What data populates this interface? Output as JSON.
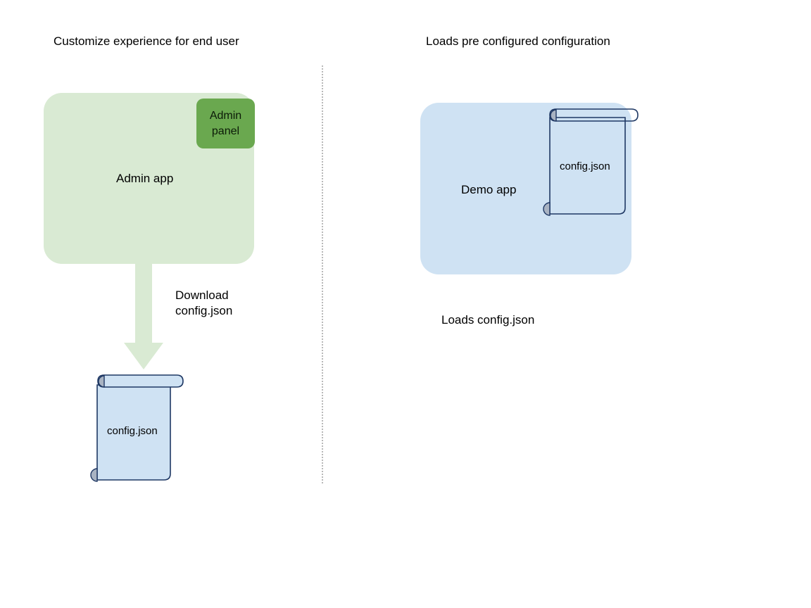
{
  "diagram": {
    "background": "#ffffff",
    "colors": {
      "admin_app_fill": "#d9ead3",
      "admin_panel_fill": "#6aa84f",
      "demo_app_fill": "#cfe2f3",
      "scroll_fill": "#cfe2f3",
      "scroll_stroke": "#1f3864",
      "scroll_curl_fill": "#a9b3c2",
      "arrow_fill": "#d9ead3",
      "divider_stroke": "#b9b9b9",
      "text": "#000000"
    },
    "left_column": {
      "title": "Customize experience for end user",
      "admin_app": {
        "label": "Admin app",
        "panel": {
          "line1": "Admin",
          "line2": "panel"
        }
      },
      "arrow": {
        "label_line1": "Download",
        "label_line2": "config.json",
        "direction": "down"
      },
      "document": {
        "label": "config.json",
        "icon": "scroll-document-icon"
      }
    },
    "right_column": {
      "title": "Loads pre configured configuration",
      "demo_app": {
        "label": "Demo app",
        "document": {
          "label": "config.json",
          "icon": "scroll-document-icon"
        }
      },
      "caption": "Loads config.json"
    }
  }
}
